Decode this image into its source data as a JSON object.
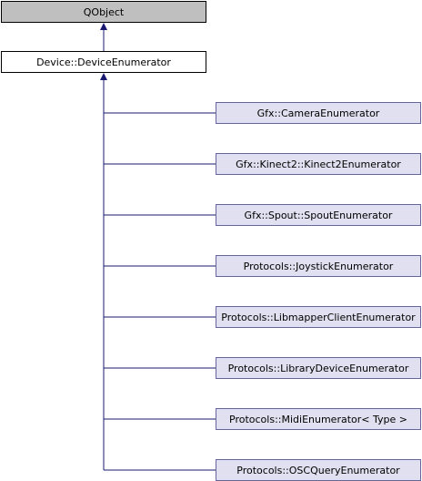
{
  "diagram": {
    "type": "inheritance",
    "colors": {
      "base_fill": "#bfbfbf",
      "base_border": "#000000",
      "root_fill": "#ffffff",
      "root_border": "#000000",
      "child_fill": "#e0e0f0",
      "child_border": "#666699",
      "edge": "#191970"
    },
    "base": {
      "label": "QObject"
    },
    "root": {
      "label": "Device::DeviceEnumerator"
    },
    "children": [
      {
        "label": "Gfx::CameraEnumerator"
      },
      {
        "label": "Gfx::Kinect2::Kinect2Enumerator"
      },
      {
        "label": "Gfx::Spout::SpoutEnumerator"
      },
      {
        "label": "Protocols::JoystickEnumerator"
      },
      {
        "label": "Protocols::LibmapperClientEnumerator"
      },
      {
        "label": "Protocols::LibraryDeviceEnumerator"
      },
      {
        "label": "Protocols::MidiEnumerator< Type >"
      },
      {
        "label": "Protocols::OSCQueryEnumerator"
      }
    ]
  }
}
